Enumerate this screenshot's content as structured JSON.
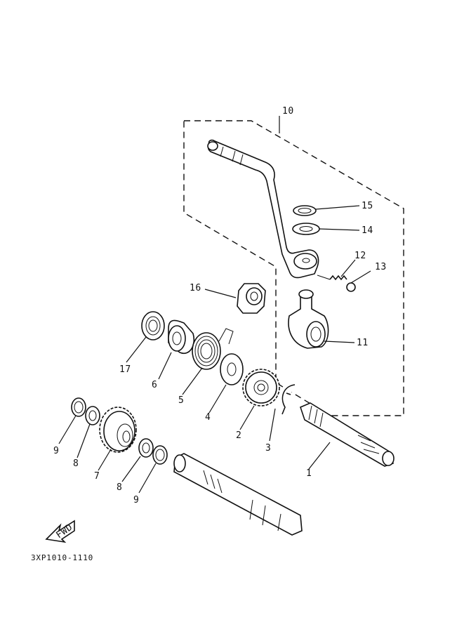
{
  "diagram": {
    "part_code": "3XP1010-1110",
    "fwd_label": "FWD",
    "callouts": {
      "c1": "1",
      "c2": "2",
      "c3": "3",
      "c4": "4",
      "c5": "5",
      "c6": "6",
      "c7": "7",
      "c8a": "8",
      "c8b": "8",
      "c9a": "9",
      "c9b": "9",
      "c10": "10",
      "c11": "11",
      "c12": "12",
      "c13": "13",
      "c14": "14",
      "c15": "15",
      "c16": "16",
      "c17": "17"
    }
  }
}
